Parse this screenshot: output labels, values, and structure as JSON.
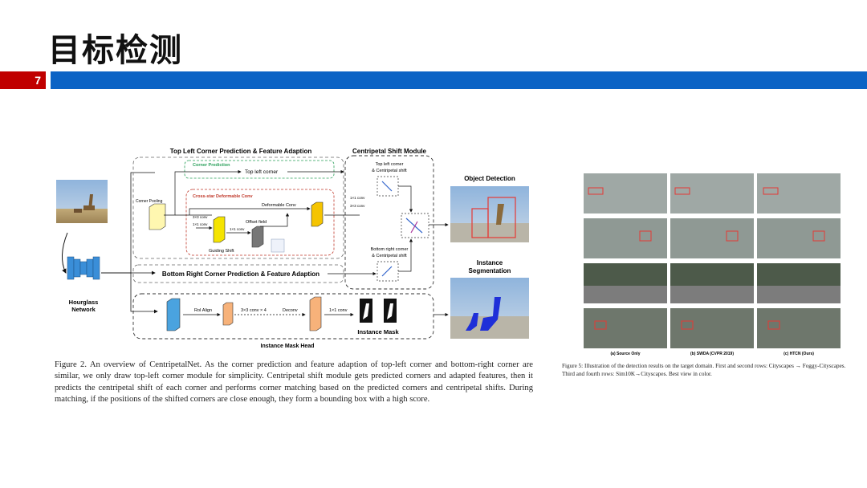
{
  "slide": {
    "title": "目标检测",
    "page_number": "7"
  },
  "colors": {
    "accent_red": "#c00000",
    "accent_blue": "#0b63c5"
  },
  "diagram": {
    "top_module_title": "Top Left Corner Prediction & Feature Adaption",
    "centripetal_title": "Centripetal Shift Module",
    "corner_prediction": "Corner Prediction",
    "top_left_corner": "Top left corner",
    "corner_pooling": "Corner Pooling",
    "cross_star": "Cross-star Deformable Conv",
    "deformable_conv": "Deformable Conv",
    "offset_field": "Offset field",
    "guiding_shift": "Guiding Shift",
    "conv_3x3": "3×3 conv",
    "conv_1x1": "1×1 conv",
    "tl_shift_label_1": "Top left corner",
    "tl_shift_label_2": "& Centripetal shift",
    "br_shift_label_1": "Bottom right corner",
    "br_shift_label_2": "& Centripetal shift",
    "bottom_module_title": "Bottom Right  Corner Prediction & Feature Adaption",
    "hourglass_1": "Hourglass",
    "hourglass_2": "Network",
    "roi_align": "RoI Align",
    "conv_stack": "3×3 conv × 4",
    "deconv": "Deconv",
    "instance_mask": "Instance Mask",
    "instance_mask_head": "Instance Mask Head",
    "object_detection": "Object Detection",
    "instance_seg_1": "Instance",
    "instance_seg_2": "Segmentation"
  },
  "captions": {
    "left": "Figure 2. An overview of CentripetalNet. As the corner prediction and feature adaption of top-left corner and bottom-right corner are similar, we only draw top-left corner module for simplicity. Centripetal shift module gets predicted corners and adapted features, then it predicts the centripetal shift of each corner and performs corner matching based on the predicted corners and centripetal shifts. During matching, if the positions of the shifted corners are close enough, they form a bounding box with a high score.",
    "right": "Figure 5: Illustration of the detection results on the target domain. First and second rows: Cityscapes → Foggy-Cityscapes. Third and fourth rows: Sim10K→Cityscapes. Best view in color."
  },
  "results_grid": {
    "col_labels": [
      "(a) Source Only",
      "(b) SWDA (CVPR 2019)",
      "(c) HTCN (Ours)"
    ]
  }
}
